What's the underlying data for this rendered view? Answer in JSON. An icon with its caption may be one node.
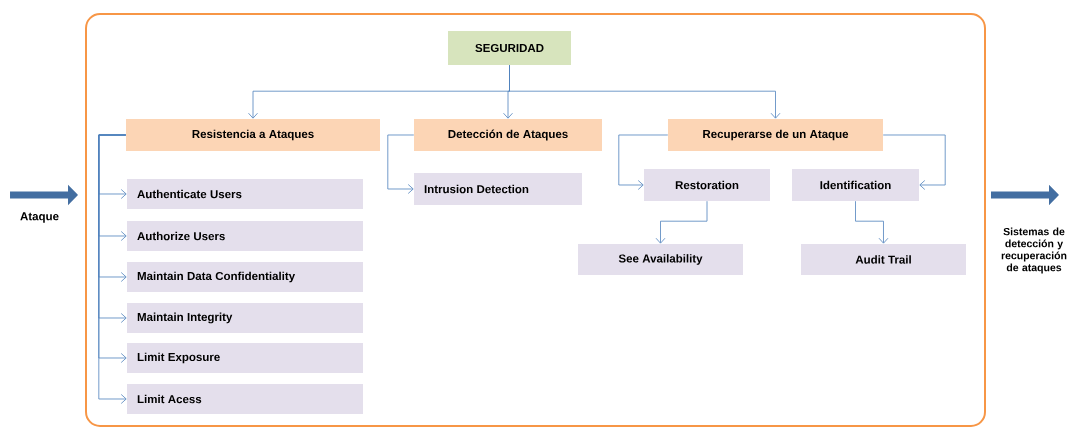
{
  "diagram": {
    "nodes": [
      {
        "text": [],
        "shape": "box"
      },
      {
        "text": [
          "SEGURIDAD"
        ],
        "in": 0
      },
      {
        "text": [
          "Resistencia a Ataques"
        ],
        "in": 0
      },
      {
        "text": [
          "Detección de Ataques"
        ],
        "in": 0
      },
      {
        "text": [
          "Recuperarse de un Ataque"
        ],
        "in": 0
      },
      {
        "text": [
          "Authenticate Users"
        ],
        "in": 0
      },
      {
        "text": [
          "Authorize Users"
        ],
        "in": 0
      },
      {
        "text": [
          "Maintain Data Confidentiality"
        ],
        "in": 0
      },
      {
        "text": [
          "Maintain Integrity"
        ],
        "in": 0
      },
      {
        "text": [
          "Limit Exposure"
        ],
        "in": 0
      },
      {
        "text": [
          "Limit Acess"
        ],
        "in": 0
      },
      {
        "text": [
          "Intrusion Detection"
        ],
        "in": 0
      },
      {
        "text": [
          "Restoration"
        ],
        "in": 0
      },
      {
        "text": [
          "Identification"
        ],
        "in": 0
      },
      {
        "text": [
          "See Availability"
        ],
        "in": 0
      },
      {
        "text": [
          "Audit Trail"
        ],
        "in": 0
      },
      {
        "text": [
          "Ataque"
        ]
      },
      {
        "text": [
          "Sistemas de detección y recuperación de ataques"
        ]
      }
    ],
    "edges": [
      {
        "from": 1,
        "to": 2,
        "arrow": "to"
      },
      {
        "from": 1,
        "to": 3,
        "arrow": "to"
      },
      {
        "from": 1,
        "to": 4,
        "arrow": "to"
      },
      {
        "from": 2,
        "to": 5,
        "arrow": "to"
      },
      {
        "from": 2,
        "to": 6,
        "arrow": "to"
      },
      {
        "from": 2,
        "to": 7,
        "arrow": "to"
      },
      {
        "from": 2,
        "to": 8,
        "arrow": "to"
      },
      {
        "from": 2,
        "to": 9,
        "arrow": "to"
      },
      {
        "from": 2,
        "to": 10,
        "arrow": "to"
      },
      {
        "from": 3,
        "to": 11,
        "arrow": "to"
      },
      {
        "from": 4,
        "to": 12,
        "arrow": "to"
      },
      {
        "from": 4,
        "to": 13,
        "arrow": "to"
      },
      {
        "from": 12,
        "to": 14,
        "arrow": "to"
      },
      {
        "from": 13,
        "to": 15,
        "arrow": "to"
      },
      {
        "from": 16,
        "to": 0,
        "arrow": "to",
        "style": "thick"
      },
      {
        "from": 0,
        "to": 17,
        "arrow": "to",
        "style": "thick"
      }
    ]
  }
}
